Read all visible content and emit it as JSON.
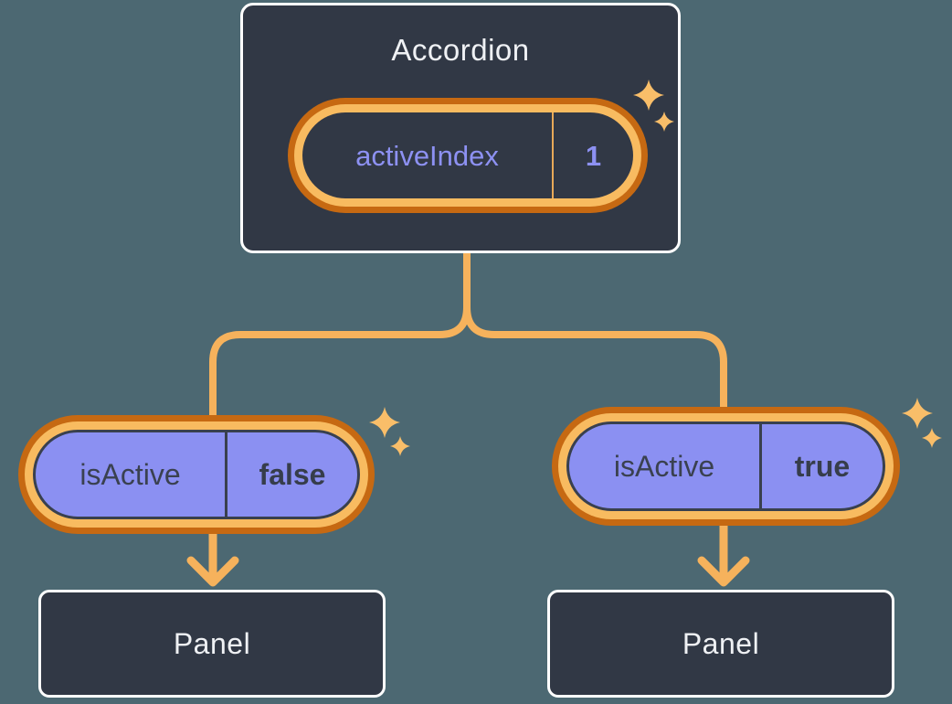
{
  "diagram": {
    "description": "React component tree showing state lifted up: an Accordion holds activeIndex state and passes isActive props to two Panels",
    "root": {
      "title": "Accordion",
      "state": {
        "name": "activeIndex",
        "value": "1"
      }
    },
    "children": [
      {
        "prop": {
          "name": "isActive",
          "value": "false"
        },
        "panel": {
          "label": "Panel"
        }
      },
      {
        "prop": {
          "name": "isActive",
          "value": "true"
        },
        "panel": {
          "label": "Panel"
        }
      }
    ],
    "icons": [
      "sparkle-icon"
    ],
    "colors": {
      "background": "#4C6872",
      "card_fill": "#313845",
      "card_border": "#FFFFFF",
      "pill_fill_purple": "#8B90F2",
      "pill_ring_gold": "#F8BB60",
      "pill_ring_dark_orange": "#C66912",
      "pill_outline_dark": "#39404E",
      "connector_gold": "#F6B25C",
      "divider_gold": "#E7A958",
      "sparkle_gold": "#F9BE69",
      "text_light": "#EFF1F4",
      "text_purple": "#8D91F2",
      "text_dark": "#3A4150"
    }
  }
}
